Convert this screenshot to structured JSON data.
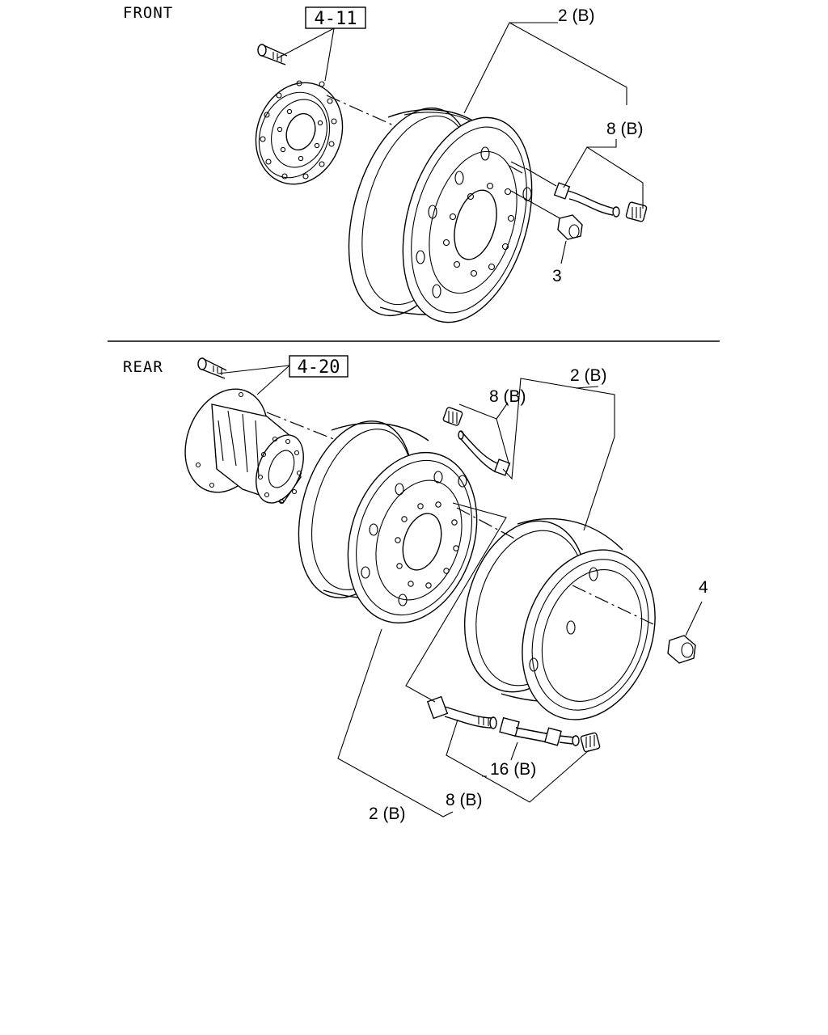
{
  "front": {
    "section_label": "FRONT",
    "ref_box": "4-11",
    "callouts": {
      "wheel": "2 (B)",
      "valve": "8 (B)",
      "nut": "3"
    }
  },
  "rear": {
    "section_label": "REAR",
    "ref_box": "4-20",
    "callouts": {
      "wheel_top": "2 (B)",
      "valve_top": "8 (B)",
      "nut": "4",
      "extension": "16 (B)",
      "valve_bottom": "8 (B)",
      "wheel_bottom": "2 (B)"
    }
  }
}
